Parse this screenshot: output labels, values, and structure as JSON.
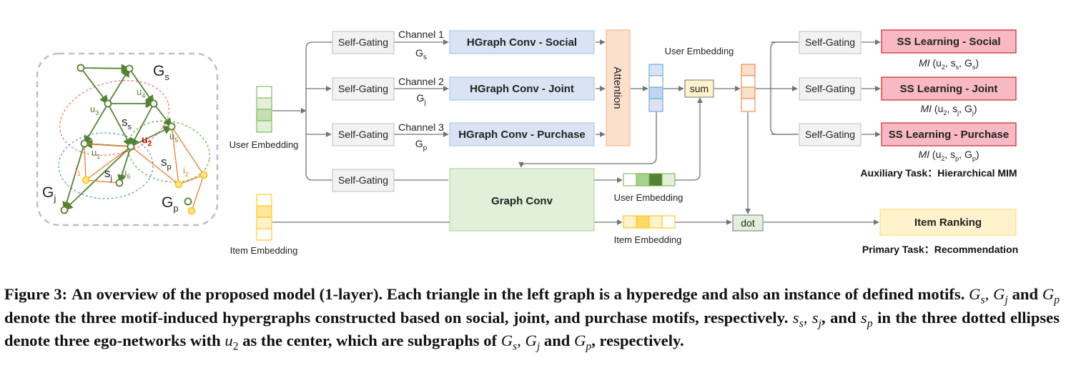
{
  "graph": {
    "gs": "G",
    "gs_sub": "s",
    "gj": "G",
    "gj_sub": "j",
    "gp": "G",
    "gp_sub": "p",
    "ss": "s",
    "ss_sub": "s",
    "sj": "s",
    "sj_sub": "j",
    "sp": "s",
    "sp_sub": "p",
    "u1": "u",
    "u1_sub": "1",
    "u2": "u",
    "u2_sub": "2",
    "u3": "u",
    "u3_sub": "3",
    "u4": "u",
    "u4_sub": "4",
    "u5": "u",
    "u5_sub": "5",
    "u6": "u",
    "u6_sub": "6",
    "i1": "i",
    "i1_sub": "1",
    "i2": "i",
    "i2_sub": "2"
  },
  "model": {
    "user_embedding_in": "User Embedding",
    "item_embedding_in": "Item Embedding",
    "self_gating": "Self-Gating",
    "channels": [
      {
        "channel": "Channel 1",
        "graph": "G",
        "graph_sub": "s",
        "conv": "HGraph Conv - Social"
      },
      {
        "channel": "Channel 2",
        "graph": "G",
        "graph_sub": "j",
        "conv": "HGraph Conv - Joint"
      },
      {
        "channel": "Channel 3",
        "graph": "G",
        "graph_sub": "p",
        "conv": "HGraph Conv - Purchase"
      }
    ],
    "attention": "Attention",
    "user_embedding_top": "User Embedding",
    "sum": "sum",
    "graph_conv": "Graph Conv",
    "user_embedding_mid": "User Embedding",
    "item_embedding_mid": "Item Embedding",
    "dot": "dot",
    "ss_tasks": [
      {
        "label": "SS Learning - Social",
        "mi": "MI",
        "mi_args": "(u2, ss, Gs)"
      },
      {
        "label": "SS Learning - Joint",
        "mi": "MI",
        "mi_args": "(u2, sj, Gj)"
      },
      {
        "label": "SS Learning - Purchase",
        "mi": "MI",
        "mi_args": "(u2, sp, Gp)"
      }
    ],
    "auxiliary_task": "Auxiliary Task：Hierarchical MIM",
    "item_ranking": "Item Ranking",
    "primary_task": "Primary Task：Recommendation"
  },
  "caption": {
    "label": "Figure 3:",
    "t1": "An overview of the proposed model (1-layer). Each triangle in the left graph is a hyperedge and also an instance of defined motifs.",
    "t2": "and",
    "t3": "denote the three motif-induced hypergraphs constructed based on social, joint, and purchase motifs, respectively.",
    "t4": ", and",
    "t5": "in the three dotted ellipses denote three ego-networks with",
    "t6": "as the center, which are subgraphs of",
    "t7": "and",
    "t8": ", respectively."
  },
  "colors": {
    "social_node": "#548235",
    "purchase_node": "#ed7d31",
    "item_node": "#ffc000",
    "conv_fill": "#dae3f3",
    "conv_stroke": "#5b9bd5",
    "ss_fill": "#f8b9c4",
    "ss_stroke": "#c00000",
    "attention_fill": "#fbe0cb",
    "graphconv_fill": "#e2f0d9",
    "ranking_fill": "#fff2cc"
  }
}
